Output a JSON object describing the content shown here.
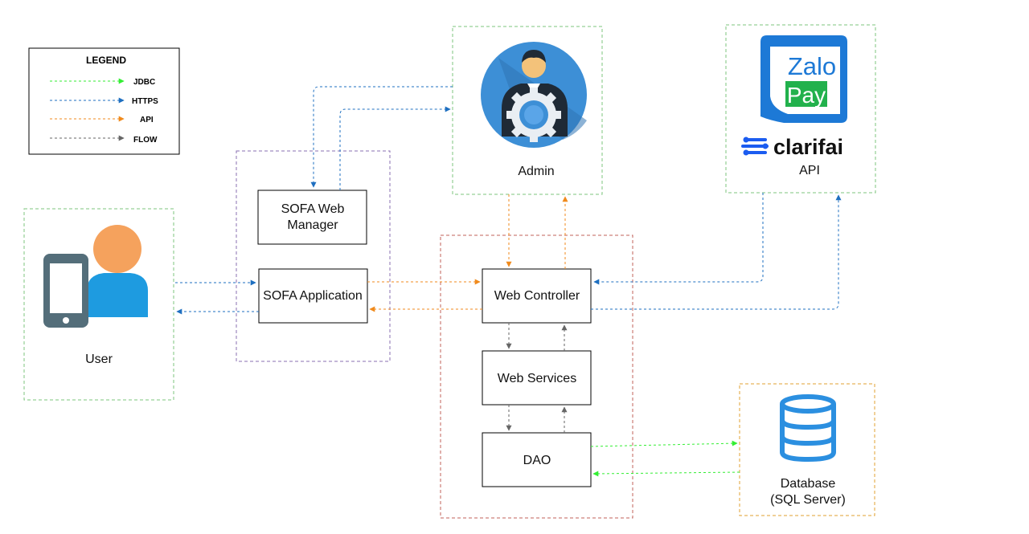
{
  "legend": {
    "title": "LEGEND",
    "items": [
      {
        "label": "JDBC",
        "color": "#33ee33"
      },
      {
        "label": "HTTPS",
        "color": "#1e6fc0"
      },
      {
        "label": "API",
        "color": "#f08a1c"
      },
      {
        "label": "FLOW",
        "color": "#666666"
      }
    ]
  },
  "nodes": {
    "admin": "Admin",
    "api": "API",
    "user": "User",
    "web_manager_line1": "SOFA Web",
    "web_manager_line2": "Manager",
    "sofa_app": "SOFA Application",
    "web_controller": "Web Controller",
    "web_services": "Web Services",
    "dao": "DAO",
    "database_line1": "Database",
    "database_line2": "(SQL Server)"
  },
  "logos": {
    "zalo_line1": "Zalo",
    "zalo_line2": "Pay",
    "clarifai": "clarifai"
  },
  "colors": {
    "jdbc": "#33ee33",
    "https": "#1e6fc0",
    "api": "#f08a1c",
    "flow": "#666666",
    "group_green": "#7dc57d",
    "group_purple": "#8a6fb0",
    "group_red": "#c0605a",
    "group_orange": "#e0a030"
  }
}
